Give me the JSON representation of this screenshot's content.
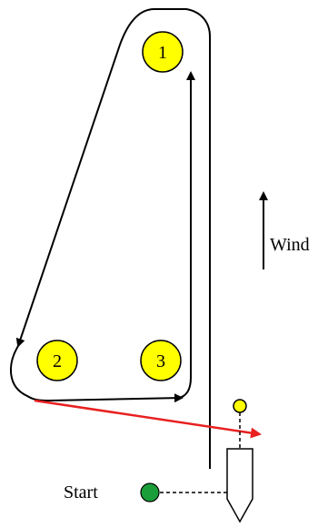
{
  "marks": [
    {
      "id": "1",
      "label": "1"
    },
    {
      "id": "2",
      "label": "2"
    },
    {
      "id": "3",
      "label": "3"
    }
  ],
  "wind": {
    "label": "Wind"
  },
  "start": {
    "label": "Start"
  },
  "colors": {
    "mark_fill": "#ffff00",
    "start_buoy": "#1a9e3a",
    "course_line": "#000000",
    "red_arrow": "#e82020"
  }
}
